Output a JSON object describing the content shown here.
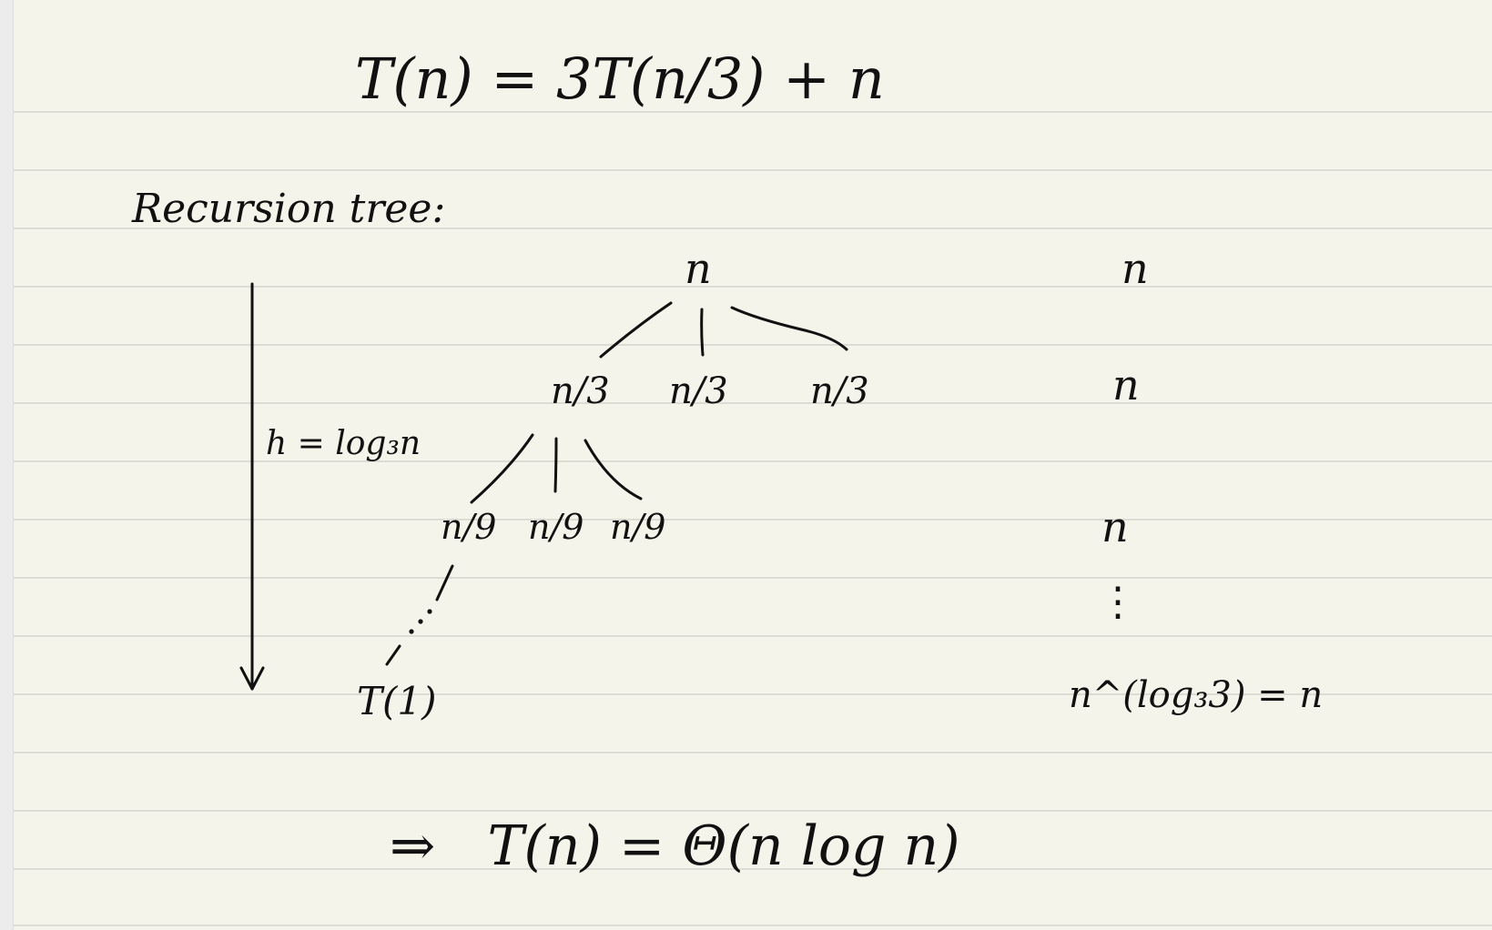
{
  "note": {
    "recurrence": "T(n) = 3T(n/3) + n",
    "recursion_label": "Recursion tree:",
    "height_label": "h = log₃n",
    "tree": {
      "root": "n",
      "level1": [
        "n/3",
        "n/3",
        "n/3"
      ],
      "level2": [
        "n/9",
        "n/9",
        "n/9"
      ],
      "leaf": "T(1)"
    },
    "level_costs": [
      "n",
      "n",
      "n",
      "⋮",
      "n^(log₃3) = n"
    ],
    "conclusion": "⇒   T(n) = Θ(n log n)"
  },
  "colors": {
    "paper": "#f4f4ea",
    "rule": "#dcdcd4",
    "ink": "#111111"
  }
}
